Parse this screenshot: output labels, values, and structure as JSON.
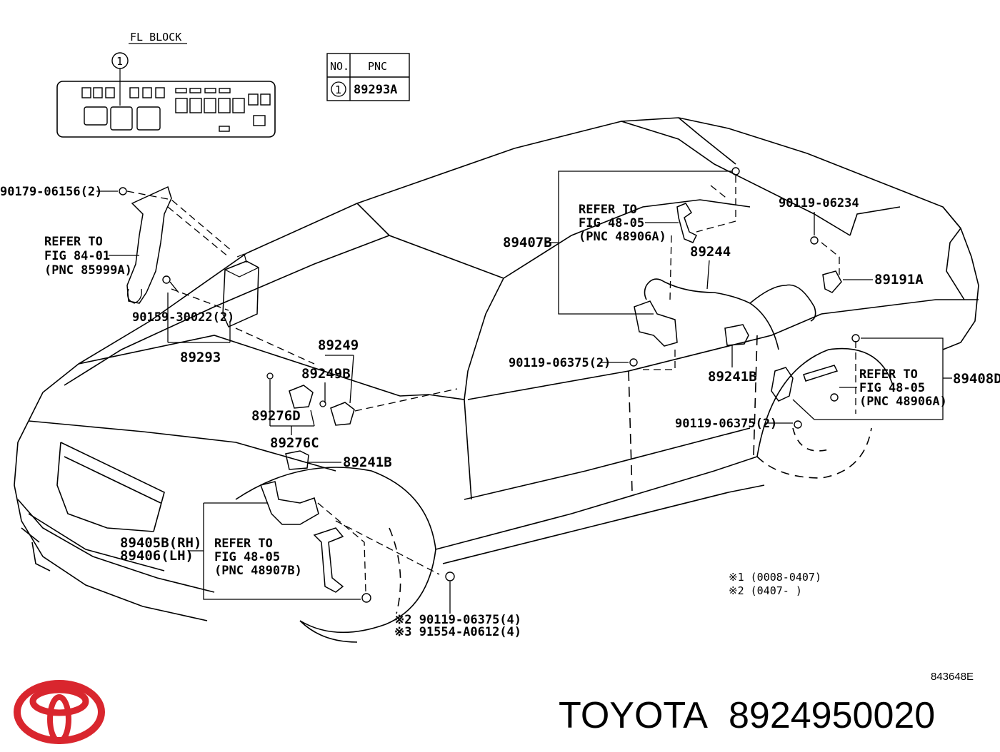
{
  "fl_block": {
    "title": "FL BLOCK",
    "callout_number": "1"
  },
  "pnc_table": {
    "header_no": "NO.",
    "header_pnc": "PNC",
    "rows": [
      {
        "no": "1",
        "pnc": "89293A"
      }
    ]
  },
  "labels": {
    "screw_90179": "90179-06156(2)",
    "refer_84_line1": "REFER  TO",
    "refer_84_line2": "FIG  84-01",
    "refer_84_line3": "(PNC  85999A)",
    "screw_90159": "90159-30022(2)",
    "part_89293": "89293",
    "part_89249": "89249",
    "part_89249B": "89249B",
    "part_89276D": "89276D",
    "part_89276C": "89276C",
    "part_89241B_front": "89241B",
    "part_89405B": "89405B(RH)",
    "part_89406": "89406(LH)",
    "refer_front_line1": "REFER  TO",
    "refer_front_line2": "FIG  48-05",
    "refer_front_line3": "(PNC  48907B)",
    "fastener_note_1": "※2 90119-06375(4)",
    "fastener_note_2": "※3 91554-A0612(4)",
    "part_89407B": "89407B",
    "refer_rear_top_line1": "REFER  TO",
    "refer_rear_top_line2": "FIG  48-05",
    "refer_rear_top_line3": "(PNC  48906A)",
    "part_89244": "89244",
    "screw_90119_06234": "90119-06234",
    "part_89191A": "89191A",
    "screw_90119_06375_a": "90119-06375(2)",
    "part_89241B_rear": "89241B",
    "refer_rear_bottom_line1": "REFER  TO",
    "refer_rear_bottom_line2": "FIG  48-05",
    "refer_rear_bottom_line3": "(PNC  48906A)",
    "part_89408D": "89408D",
    "screw_90119_06375_b": "90119-06375(2)",
    "note_1": "※1 (0008-0407)",
    "note_2": "※2 (0407-        )",
    "drawing_code": "843648E"
  },
  "brand": {
    "name": "TOYOTA",
    "part_number": "8924950020",
    "logo_color": "#d9262e"
  }
}
